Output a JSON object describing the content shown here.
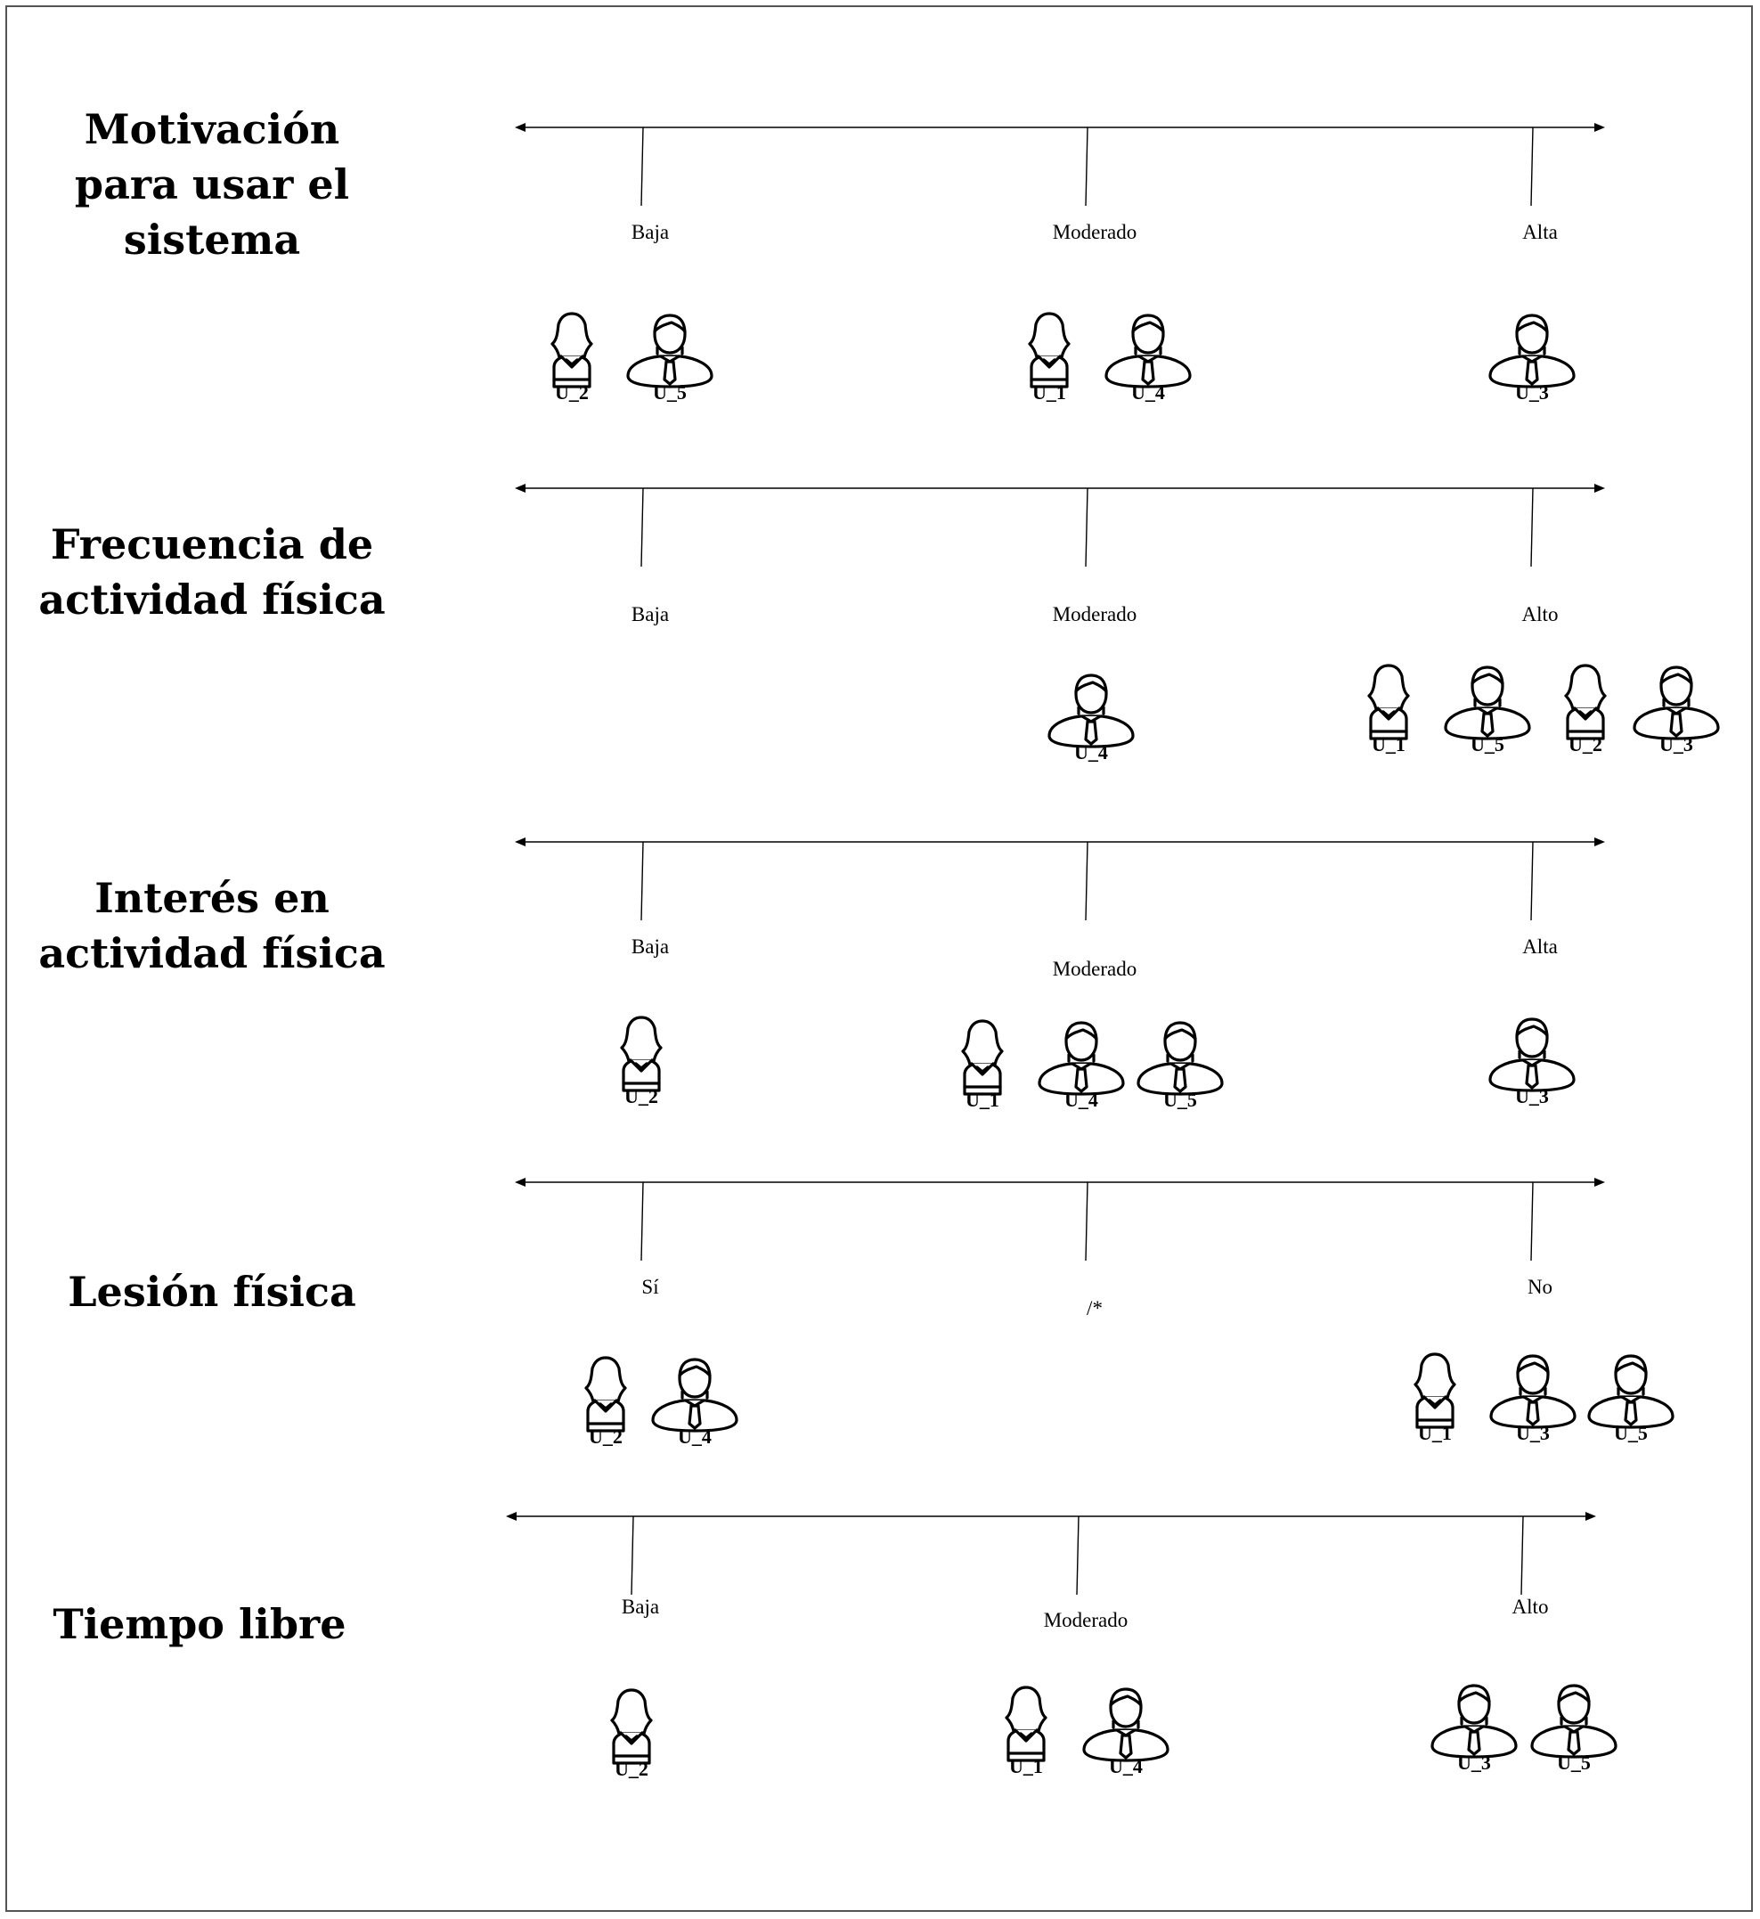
{
  "rows": [
    {
      "title": [
        "Motivación",
        "para usar el",
        "sistema"
      ],
      "levels": [
        {
          "label": "Baja",
          "users": [
            {
              "id": "U_2",
              "gender": "female"
            },
            {
              "id": "U_5",
              "gender": "male"
            }
          ]
        },
        {
          "label": "Moderado",
          "users": [
            {
              "id": "U_1",
              "gender": "female"
            },
            {
              "id": "U_4",
              "gender": "male"
            }
          ]
        },
        {
          "label": "Alta",
          "users": [
            {
              "id": "U_3",
              "gender": "male"
            }
          ]
        }
      ]
    },
    {
      "title": [
        "Frecuencia de",
        "actividad física"
      ],
      "levels": [
        {
          "label": "Baja",
          "users": []
        },
        {
          "label": "Moderado",
          "users": [
            {
              "id": "U_4",
              "gender": "male"
            }
          ]
        },
        {
          "label": "Alto",
          "users": [
            {
              "id": "U_1",
              "gender": "female"
            },
            {
              "id": "U_5",
              "gender": "male"
            },
            {
              "id": "U_2",
              "gender": "female"
            },
            {
              "id": "U_3",
              "gender": "male"
            }
          ]
        }
      ]
    },
    {
      "title": [
        "Interés en",
        "actividad física"
      ],
      "levels": [
        {
          "label": "Baja",
          "users": [
            {
              "id": "U_2",
              "gender": "female"
            }
          ]
        },
        {
          "label": "Moderado",
          "users": [
            {
              "id": "U_1",
              "gender": "female"
            },
            {
              "id": "U_4",
              "gender": "male"
            },
            {
              "id": "U_5",
              "gender": "male"
            }
          ]
        },
        {
          "label": "Alta",
          "users": [
            {
              "id": "U_3",
              "gender": "male"
            }
          ]
        }
      ]
    },
    {
      "title": [
        "Lesión física"
      ],
      "levels": [
        {
          "label": "Sí",
          "users": [
            {
              "id": "U_2",
              "gender": "female"
            },
            {
              "id": "U_4",
              "gender": "male"
            }
          ]
        },
        {
          "label": "/*",
          "users": []
        },
        {
          "label": "No",
          "users": [
            {
              "id": "U_1",
              "gender": "female"
            },
            {
              "id": "U_3",
              "gender": "male"
            },
            {
              "id": "U_5",
              "gender": "male"
            }
          ]
        }
      ]
    },
    {
      "title": [
        "Tiempo libre"
      ],
      "levels": [
        {
          "label": "Baja",
          "users": [
            {
              "id": "U_2",
              "gender": "female"
            }
          ]
        },
        {
          "label": "Moderado",
          "users": [
            {
              "id": "U_1",
              "gender": "female"
            },
            {
              "id": "U_4",
              "gender": "male"
            }
          ]
        },
        {
          "label": "Alto",
          "users": [
            {
              "id": "U_3",
              "gender": "male"
            },
            {
              "id": "U_5",
              "gender": "male"
            }
          ]
        }
      ]
    }
  ]
}
